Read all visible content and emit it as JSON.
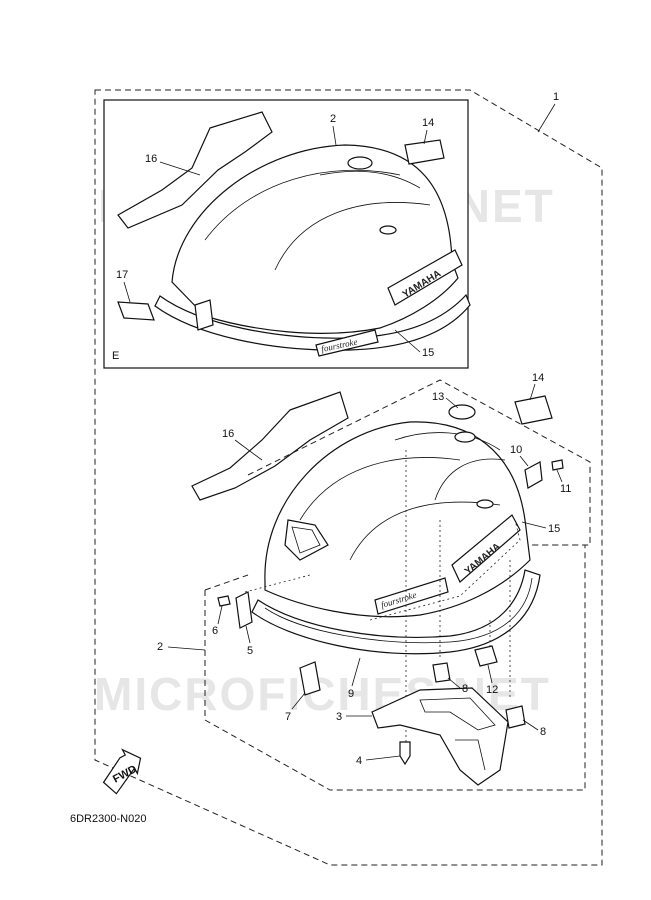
{
  "watermark": {
    "text": "MICROFICHES.NET"
  },
  "inset": {
    "label": "E"
  },
  "callouts": {
    "c1": "1",
    "c2a": "2",
    "c2b": "2",
    "c3": "3",
    "c4": "4",
    "c5": "5",
    "c6": "6",
    "c7": "7",
    "c8a": "8",
    "c8b": "8",
    "c9": "9",
    "c10": "10",
    "c11": "11",
    "c12": "12",
    "c13": "13",
    "c14a": "14",
    "c14b": "14",
    "c15a": "15",
    "c15b": "15",
    "c16a": "16",
    "c16b": "16",
    "c17": "17"
  },
  "decals": {
    "brand": "YAMAHA",
    "script": "fourstroke"
  },
  "fwd_label": "FWD",
  "drawing_code": "6DR2300-N020"
}
